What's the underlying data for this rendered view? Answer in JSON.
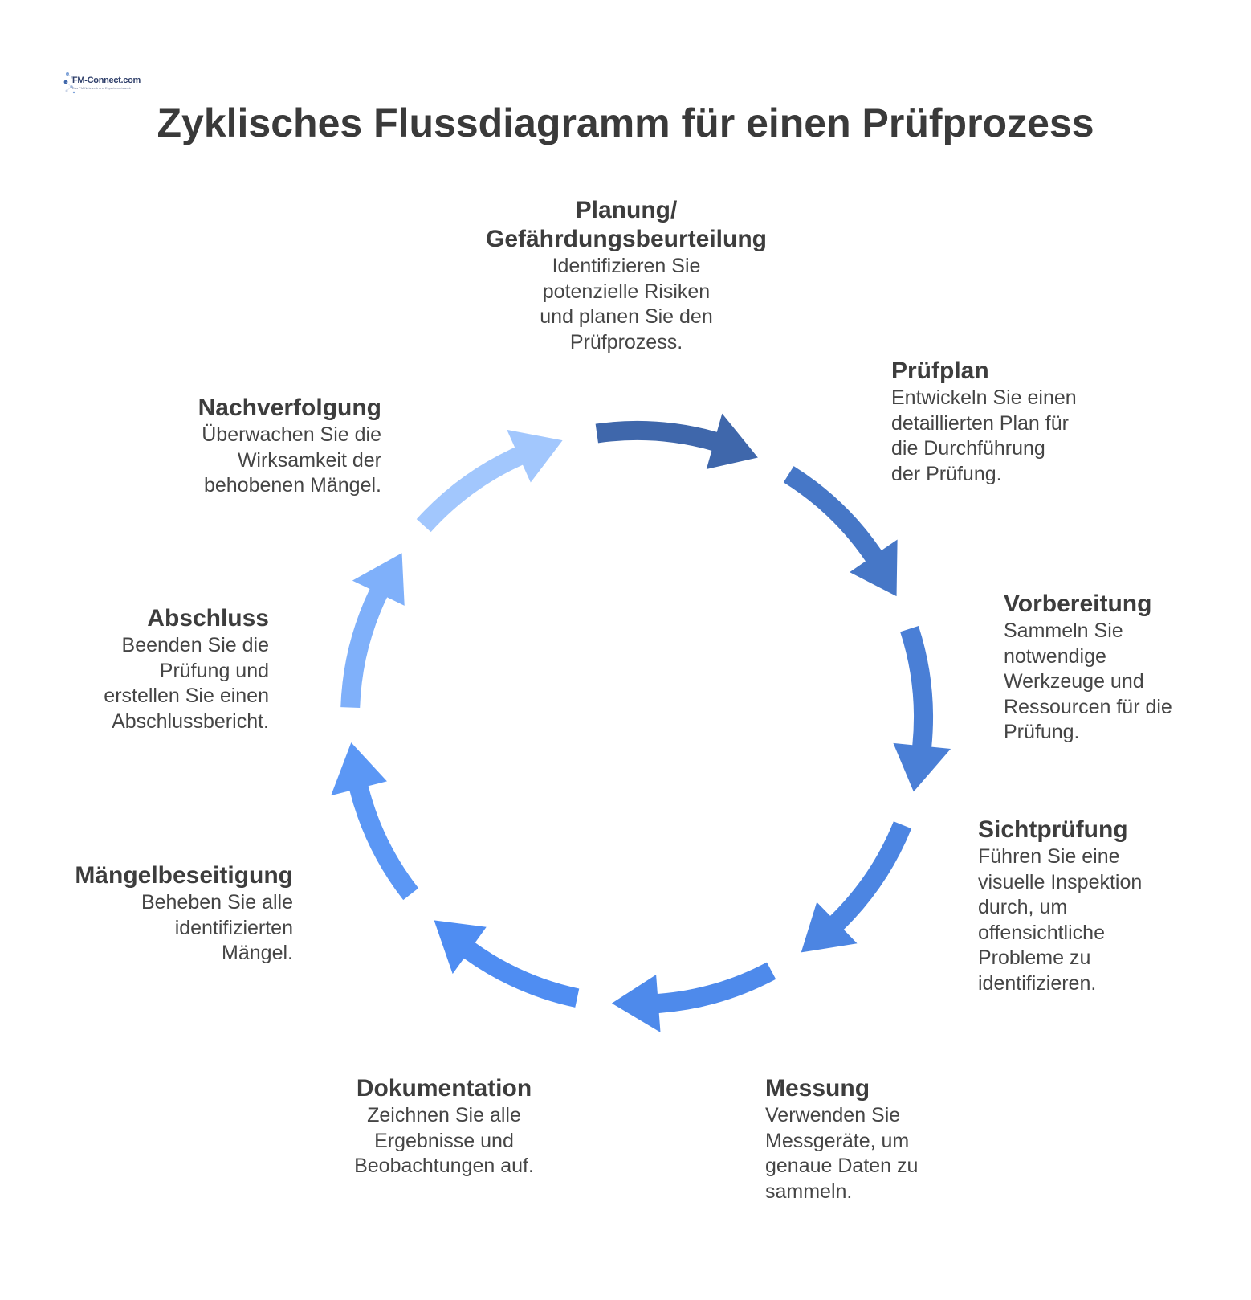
{
  "title": "Zyklisches Flussdiagramm für einen Prüfprozess",
  "logo": {
    "name": "FM-Connect.com",
    "tagline": "Das FM-Netzwerk und Expertennetzwerk"
  },
  "colors": {
    "arrow_1": "#3f67ab",
    "arrow_2": "#4677c7",
    "arrow_3": "#4a7fd6",
    "arrow_4": "#4c85e2",
    "arrow_5": "#4e8aeb",
    "arrow_6": "#4f8df2",
    "arrow_7": "#5b97f5",
    "arrow_8": "#7fb0fa",
    "arrow_9": "#a2c7fd"
  },
  "steps": [
    {
      "title": [
        "Planung/",
        "Gefährdungsbeurteilung"
      ],
      "description": [
        "Identifizieren Sie",
        "potenzielle Risiken",
        "und planen Sie den",
        "Prüfprozess."
      ]
    },
    {
      "title": [
        "Prüfplan"
      ],
      "description": [
        "Entwickeln Sie einen",
        "detaillierten Plan für",
        "die Durchführung",
        "der Prüfung."
      ]
    },
    {
      "title": [
        "Vorbereitung"
      ],
      "description": [
        "Sammeln Sie",
        "notwendige",
        "Werkzeuge und",
        "Ressourcen für die",
        "Prüfung."
      ]
    },
    {
      "title": [
        "Sichtprüfung"
      ],
      "description": [
        "Führen Sie eine",
        "visuelle Inspektion",
        "durch, um",
        "offensichtliche",
        "Probleme zu",
        "identifizieren."
      ]
    },
    {
      "title": [
        "Messung"
      ],
      "description": [
        "Verwenden Sie",
        "Messgeräte, um",
        "genaue Daten zu",
        "sammeln."
      ]
    },
    {
      "title": [
        "Dokumentation"
      ],
      "description": [
        "Zeichnen Sie alle",
        "Ergebnisse und",
        "Beobachtungen auf."
      ]
    },
    {
      "title": [
        "Mängelbeseitigung"
      ],
      "description": [
        "Beheben Sie alle",
        "identifizierten",
        "Mängel."
      ]
    },
    {
      "title": [
        "Abschluss"
      ],
      "description": [
        "Beenden Sie die",
        "Prüfung und",
        "erstellen Sie einen",
        "Abschlussbericht."
      ]
    },
    {
      "title": [
        "Nachverfolgung"
      ],
      "description": [
        "Überwachen Sie die",
        "Wirksamkeit der",
        "behobenen Mängel."
      ]
    }
  ]
}
